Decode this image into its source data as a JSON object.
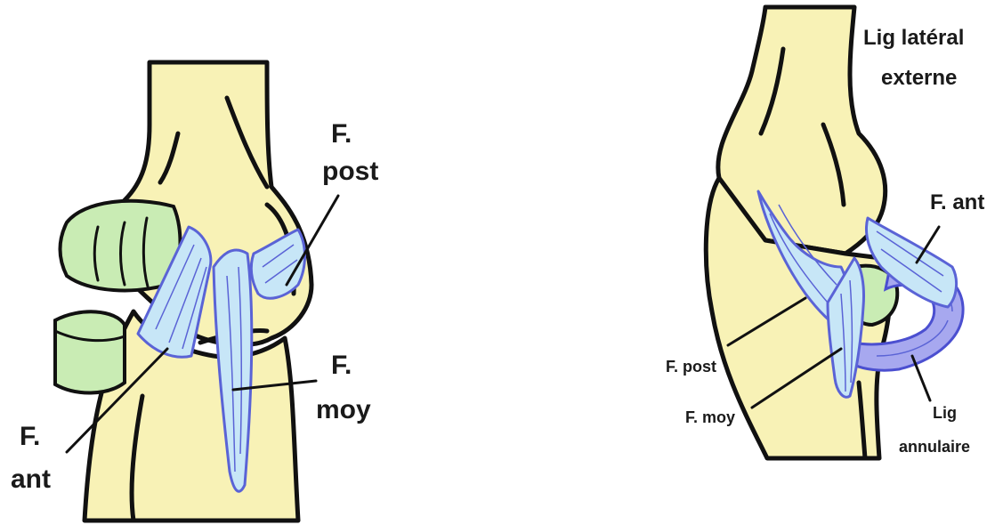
{
  "left_figure": {
    "labels": {
      "f_post": [
        "F.",
        "post"
      ],
      "f_moy": [
        "F.",
        "moy"
      ],
      "f_ant": [
        "F.",
        "ant"
      ]
    }
  },
  "right_figure": {
    "labels": {
      "title": [
        "Lig latéral",
        "externe"
      ],
      "f_ant": "F. ant",
      "f_post": "F. post",
      "f_moy": "F. moy",
      "lig_annulaire": [
        "Lig",
        "annulaire"
      ]
    }
  },
  "colors": {
    "bone": "#f8f2b6",
    "cartilage": "#c9ecb4",
    "ligament": "#c7e6f7",
    "ligament_outline": "#5a63d6",
    "annular_ligament": "#a7a8ef"
  }
}
